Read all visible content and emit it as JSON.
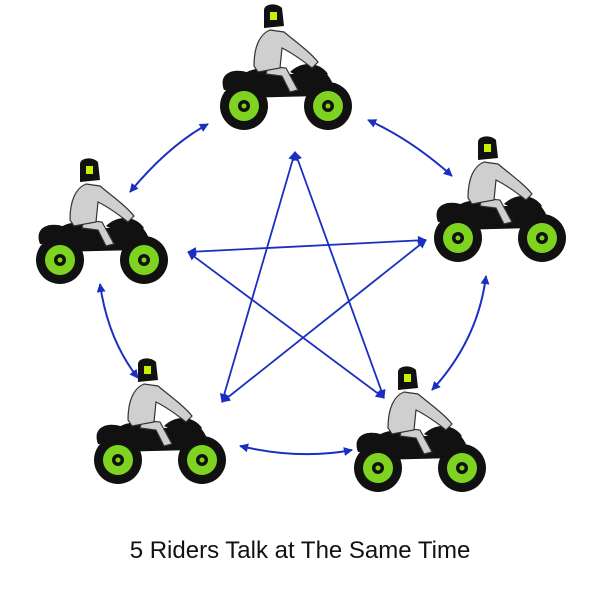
{
  "caption": "5 Riders Talk at The Same Time",
  "riders": [
    {
      "id": "rider-1"
    },
    {
      "id": "rider-2"
    },
    {
      "id": "rider-3"
    },
    {
      "id": "rider-4"
    },
    {
      "id": "rider-5"
    }
  ],
  "colors": {
    "arrow": "#1a2fc2",
    "wheel_green": "#7ed321",
    "bike_black": "#111111",
    "rider_gray": "#cfcfcf"
  },
  "icons": [
    "motorcycle-rider-icon",
    "two-way-arrow-icon"
  ]
}
